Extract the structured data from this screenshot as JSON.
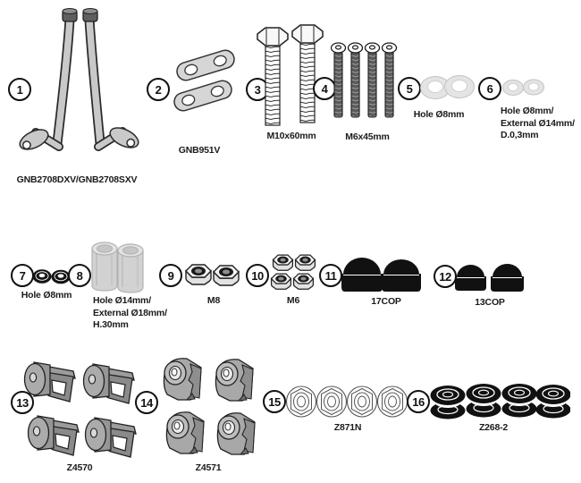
{
  "colors": {
    "outline": "#222222",
    "part_gray": "#c9c9c9",
    "part_black": "#111111",
    "background": "#ffffff"
  },
  "items": [
    {
      "num": "1",
      "label": "GNB2708DXV/GNB2708SXV",
      "illustration": "pannier-frame-tubes"
    },
    {
      "num": "2",
      "label": "GNB951V",
      "illustration": "link-plates"
    },
    {
      "num": "3",
      "label": "M10x60mm",
      "illustration": "hex-bolts"
    },
    {
      "num": "4",
      "label": "M6x45mm",
      "illustration": "button-head-screws"
    },
    {
      "num": "5",
      "label": "Hole Ø8mm",
      "illustration": "flat-washers"
    },
    {
      "num": "6",
      "lines": [
        "Hole Ø8mm/",
        "External Ø14mm/",
        "D.0,3mm"
      ],
      "illustration": "thin-washers"
    },
    {
      "num": "7",
      "label": "Hole Ø8mm",
      "illustration": "spring-washers"
    },
    {
      "num": "8",
      "lines": [
        "Hole Ø14mm/",
        "External Ø18mm/",
        "H.30mm"
      ],
      "illustration": "tube-spacers"
    },
    {
      "num": "9",
      "label": "M8",
      "illustration": "lock-nuts-m8"
    },
    {
      "num": "10",
      "label": "M6",
      "illustration": "lock-nuts-m6"
    },
    {
      "num": "11",
      "label": "17COP",
      "illustration": "cover-caps-large"
    },
    {
      "num": "12",
      "label": "13COP",
      "illustration": "cover-caps-small"
    },
    {
      "num": "13",
      "label": "Z4570",
      "illustration": "clamp-blocks"
    },
    {
      "num": "14",
      "label": "Z4571",
      "illustration": "clamp-plates"
    },
    {
      "num": "15",
      "label": "Z871N",
      "illustration": "flange-nuts"
    },
    {
      "num": "16",
      "label": "Z268-2",
      "illustration": "rubber-grommets"
    }
  ]
}
